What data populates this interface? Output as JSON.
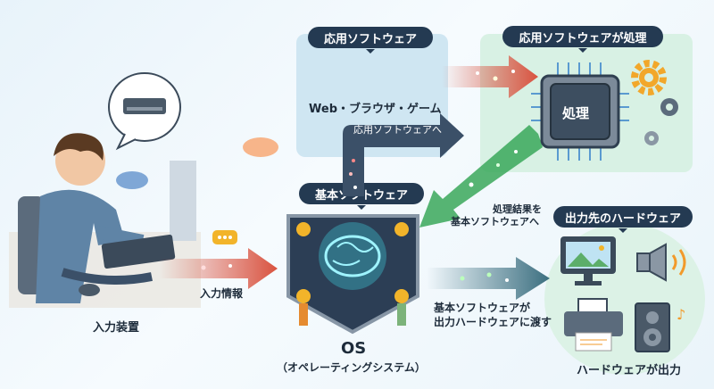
{
  "app_software": {
    "label": "応用ソフトウェア",
    "examples": "Web・ブラウザ・ゲーム",
    "to_app_label": "応用ソフトウェアへ"
  },
  "processing": {
    "label": "応用ソフトウェアが処理",
    "chip_label": "処理",
    "result_label_line1": "処理結果を",
    "result_label_line2": "基本ソフトウェアへ"
  },
  "os": {
    "label": "基本ソフトウェア",
    "title": "OS",
    "subtitle": "（オペレーティングシステム）",
    "pass_label_line1": "基本ソフトウェアが",
    "pass_label_line2": "出力ハードウェアに渡す"
  },
  "input": {
    "device_label": "入力装置",
    "info_label": "入力情報"
  },
  "output": {
    "label": "出力先のハードウェア",
    "caption": "ハードウェアが出力"
  },
  "colors": {
    "navy": "#243a52",
    "app_box": "#cfe6f2",
    "proc_box": "#d8f1e4",
    "red_arrow": "#d9523f",
    "green_arrow": "#3aa85a",
    "teal_arrow": "#3c6f80"
  }
}
